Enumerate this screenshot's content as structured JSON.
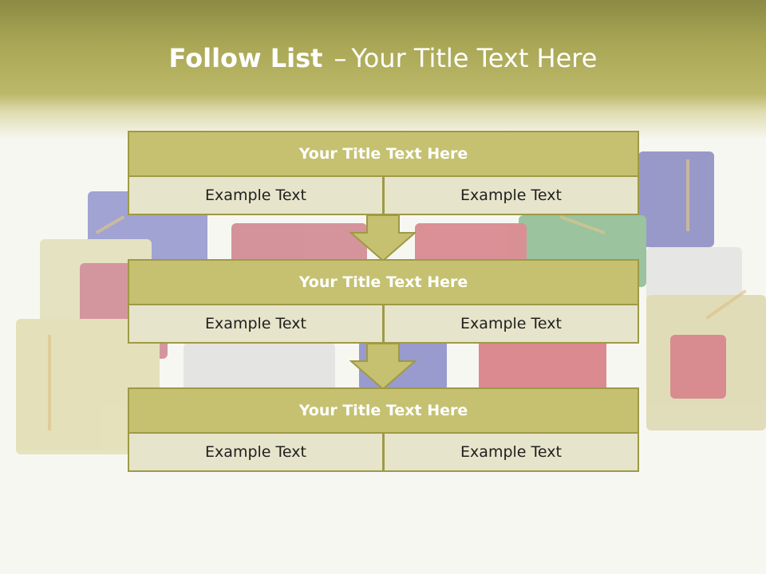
{
  "slide": {
    "title_bold": "Follow List",
    "title_separator": "–",
    "title_rest": "Your Title Text Here"
  },
  "blocks": [
    {
      "title": "Your Title Text Here",
      "left_text": "Example Text",
      "right_text": "Example Text"
    },
    {
      "title": "Your Title Text Here",
      "left_text": "Example Text",
      "right_text": "Example Text"
    },
    {
      "title": "Your Title Text Here",
      "left_text": "Example Text",
      "right_text": "Example Text"
    }
  ],
  "colors": {
    "header": "#a9a755",
    "block_title_fill": "#c5c171",
    "block_border": "#9e9a45",
    "cell_fill": "#e6e4ca",
    "arrow_fill": "#c5c171"
  },
  "icons": [
    "down-arrow-icon",
    "down-arrow-icon"
  ]
}
